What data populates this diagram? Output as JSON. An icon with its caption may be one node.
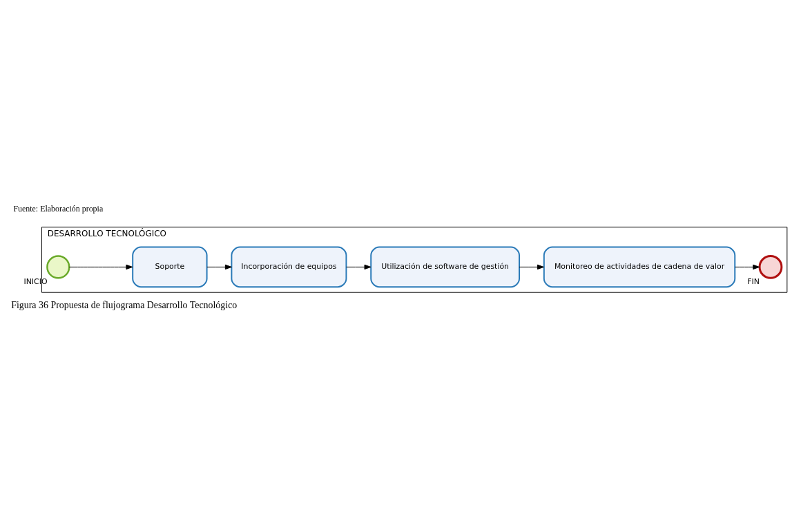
{
  "diagram": {
    "caption": "Figura 36 Propuesta de flujograma Desarrollo Tecnológico",
    "nodes": [
      {
        "text": [
          "DESARROLLO TECNOLÓGICO"
        ]
      },
      {
        "text": [],
        "shape": "circle",
        "beside": [
          "INICIO"
        ],
        "in": 0
      },
      {
        "text": [
          "Soporte"
        ],
        "in": 0
      },
      {
        "text": [
          "Incorporación de equipos"
        ],
        "in": 0
      },
      {
        "text": [
          "Utilización de software de gestión"
        ],
        "in": 0
      },
      {
        "text": [
          "Monitoreo de actividades de cadena de valor"
        ],
        "in": 0
      },
      {
        "text": [],
        "shape": "circle",
        "beside": [
          "FIN"
        ],
        "in": 0
      }
    ],
    "edges": [
      {
        "from": 1,
        "to": 2,
        "arrow": "to"
      },
      {
        "from": 2,
        "to": 3,
        "arrow": "to"
      },
      {
        "from": 3,
        "to": 4,
        "arrow": "to"
      },
      {
        "from": 4,
        "to": 5,
        "arrow": "to"
      },
      {
        "from": 5,
        "to": 6,
        "arrow": "to"
      }
    ],
    "labels": [
      "Fuente: Elaboración propia"
    ]
  }
}
